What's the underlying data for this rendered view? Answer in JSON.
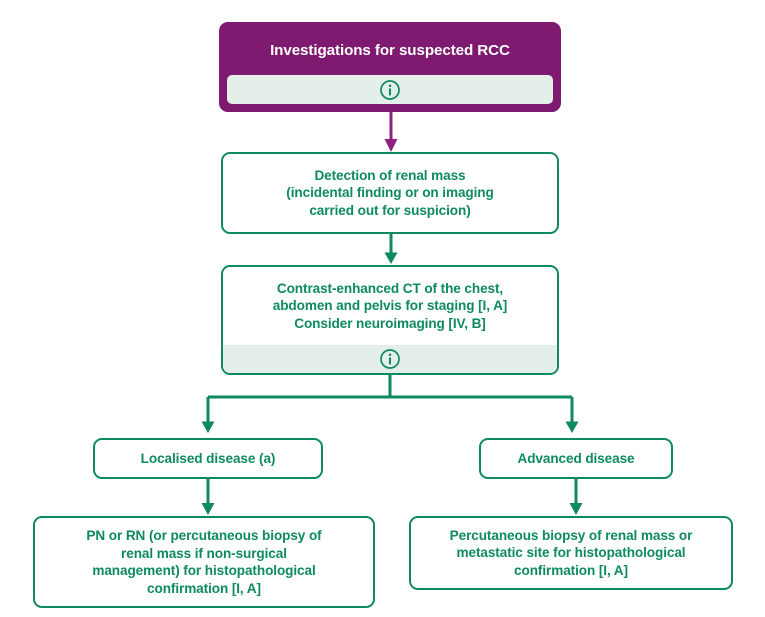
{
  "diagram": {
    "title": "Investigations for suspected RCC",
    "colors": {
      "header_purple": "#7E1A70",
      "node_green": "#0E8A5F",
      "info_bar": "#E4EFEA",
      "purple_arrow": "#8E2080",
      "background": "#FFFFFF"
    },
    "icons": {
      "info": "info-icon"
    },
    "nodes": {
      "header": {
        "title": "Investigations for suspected RCC",
        "has_info": true
      },
      "detection": {
        "lines": [
          "Detection of renal mass",
          "(incidental finding or on imaging",
          "carried out for suspicion)"
        ]
      },
      "staging": {
        "lines": [
          "Contrast-enhanced CT of the chest,",
          "abdomen and pelvis for staging [I, A]",
          "Consider neuroimaging [IV, B]"
        ],
        "has_info": true
      },
      "localised": {
        "lines": [
          "Localised disease (a)"
        ]
      },
      "advanced": {
        "lines": [
          "Advanced disease"
        ]
      },
      "localised_treatment": {
        "lines": [
          "PN or RN (or percutaneous biopsy of",
          "renal mass if non-surgical",
          "management) for histopathological",
          "confirmation [I, A]"
        ]
      },
      "advanced_treatment": {
        "lines": [
          "Percutaneous biopsy of renal mass or",
          "metastatic site for histopathological",
          "confirmation [I, A]"
        ]
      }
    }
  }
}
